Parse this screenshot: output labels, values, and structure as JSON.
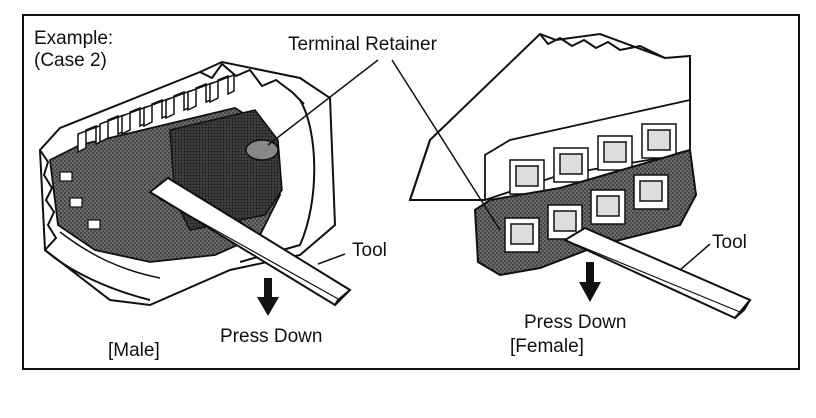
{
  "example": {
    "line1": "Example:",
    "line2": "(Case 2)"
  },
  "retainer_label": "Terminal Retainer",
  "male": {
    "tool_label": "Tool",
    "action_label": "Press Down",
    "caption": "[Male]"
  },
  "female": {
    "tool_label": "Tool",
    "action_label": "Press Down",
    "caption": "[Female]"
  }
}
